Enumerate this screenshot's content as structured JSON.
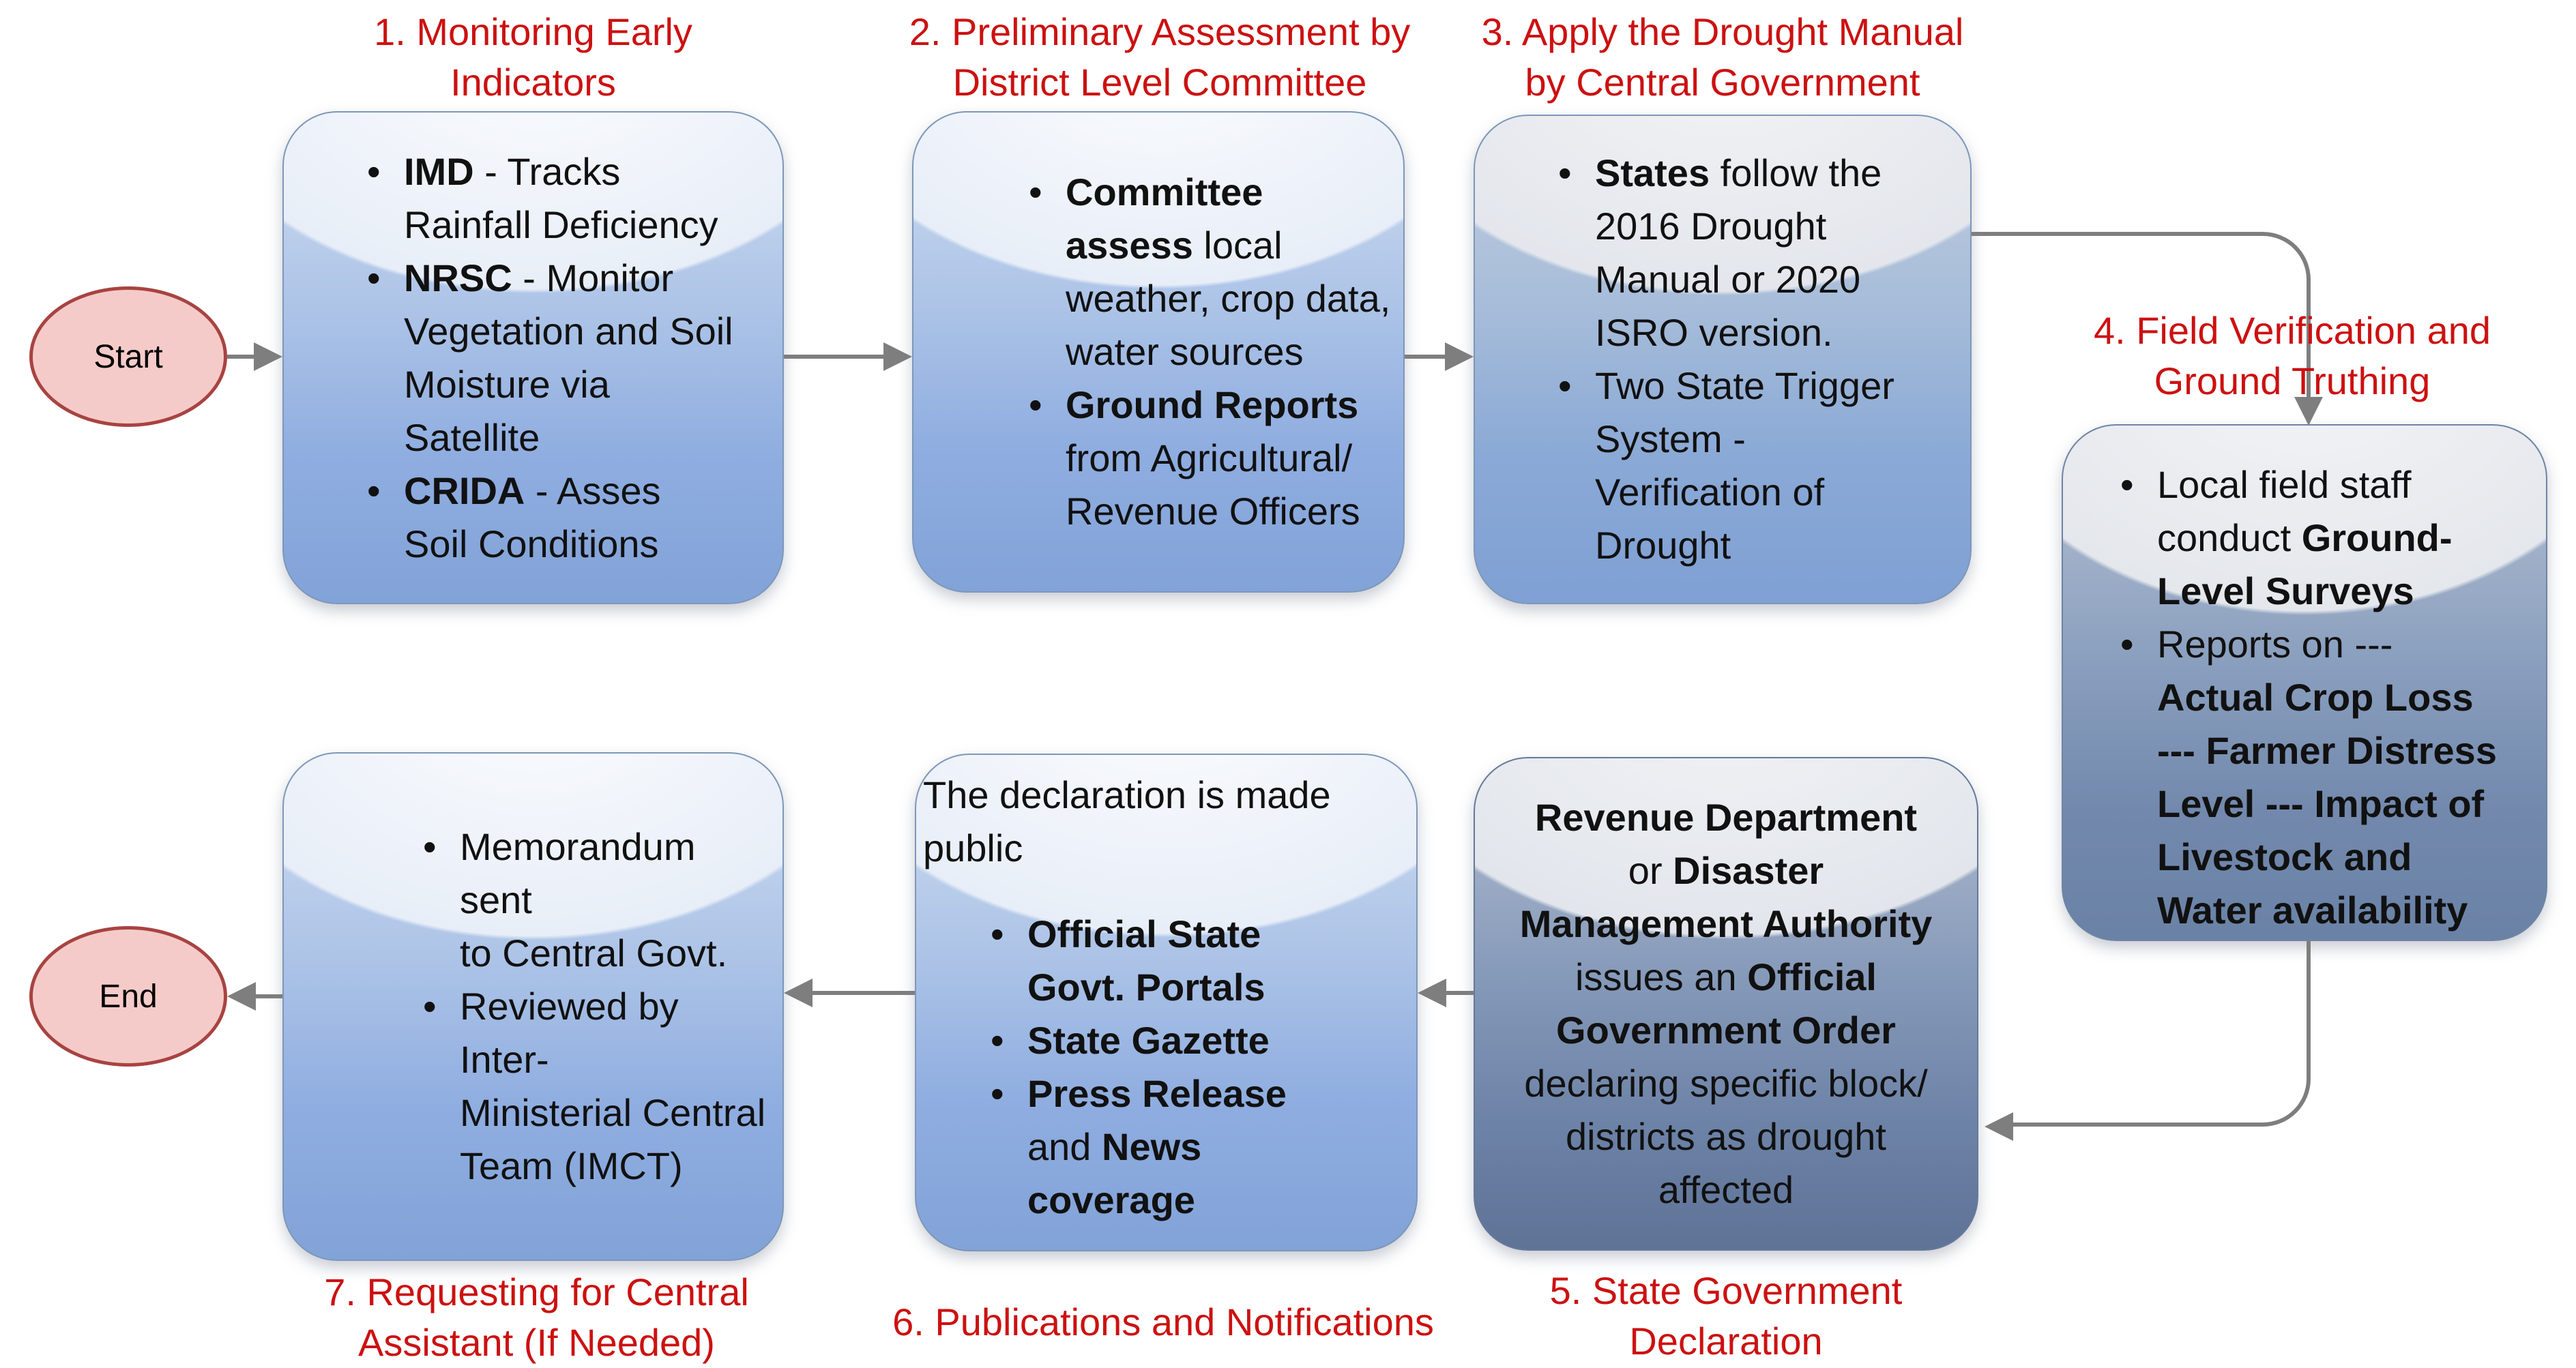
{
  "colors": {
    "red": "#cc1111",
    "arrow": "#7e7e7e",
    "terminal_fill": "#f5cbc9",
    "terminal_border": "#a84341",
    "text": "#111111",
    "box_border": "#7d97b9",
    "box_blue_bottom": "#82a3d8",
    "box_slate_bottom": "#5e7396"
  },
  "terminals": {
    "start": "Start",
    "end": "End"
  },
  "labels": {
    "l1a": "1. Monitoring Early",
    "l1b": "Indicators",
    "l2a": "2. Preliminary Assessment by",
    "l2b": "District Level Committee",
    "l3a": "3. Apply the Drought Manual",
    "l3b": "by Central Government",
    "l4a": "4. Field Verification and",
    "l4b": "Ground Truthing",
    "l5a": "5. State Government",
    "l5b": "Declaration",
    "l6": "6. Publications and Notifications",
    "l7a": "7. Requesting for Central",
    "l7b": "Assistant (If Needed)"
  },
  "boxes": {
    "b1": {
      "i1l1b": "IMD",
      "i1l1r": " - Tracks",
      "i1l2": "Rainfall Deficiency",
      "i2l1b": "NRSC",
      "i2l1r": " - Monitor",
      "i2l2": "Vegetation and Soil",
      "i2l3": "Moisture via",
      "i2l4": "Satellite",
      "i3l1b": "CRIDA",
      "i3l1r": " - Asses",
      "i3l2": "Soil Conditions"
    },
    "b2": {
      "i1l1b": "Committee",
      "i1l2b": "assess",
      "i1l2r": " local",
      "i1l3": "weather, crop data,",
      "i1l4": "water sources",
      "i2l1b": "Ground Reports",
      "i2l2": "from Agricultural/",
      "i2l3": "Revenue Officers"
    },
    "b3": {
      "i1l1b": "States",
      "i1l1r": " follow the",
      "i1l2": "2016 Drought",
      "i1l3": "Manual or 2020",
      "i1l4": "ISRO version.",
      "i2l1": "Two State Trigger",
      "i2l2": "System -",
      "i2l3": "Verification of",
      "i2l4": "Drought"
    },
    "b4": {
      "i1l1": "Local field staff",
      "i1l2r": "conduct ",
      "i1l2b": "Ground-",
      "i1l3b": "Level Surveys",
      "i2l1": "Reports on ---",
      "i2l2b": "Actual Crop Loss",
      "i2l3b": "--- Farmer Distress",
      "i2l4b": "Level --- Impact of",
      "i2l5b": "Livestock and",
      "i2l6b": "Water availability"
    },
    "b5": {
      "l1b": "Revenue Department",
      "l2r": "or ",
      "l2b": "Disaster",
      "l3b": "Management Authority",
      "l4r": "issues an ",
      "l4b": "Official",
      "l5b": "Government Order",
      "l6": "declaring specific block/",
      "l7": "districts as drought",
      "l8": "affected"
    },
    "b6": {
      "intro": "The declaration is made public",
      "i1l1b": "Official State",
      "i1l2b": "Govt. Portals",
      "i2l1b": "State Gazette",
      "i3l1b": "Press Release",
      "i3l2r": "and ",
      "i3l2b": "News",
      "i3l3b": "coverage"
    },
    "b7": {
      "i1l1": "Memorandum sent",
      "i1l2": "to Central Govt.",
      "i2l1": "Reviewed by Inter-",
      "i2l2": "Ministerial Central",
      "i2l3": "Team (IMCT)"
    }
  }
}
